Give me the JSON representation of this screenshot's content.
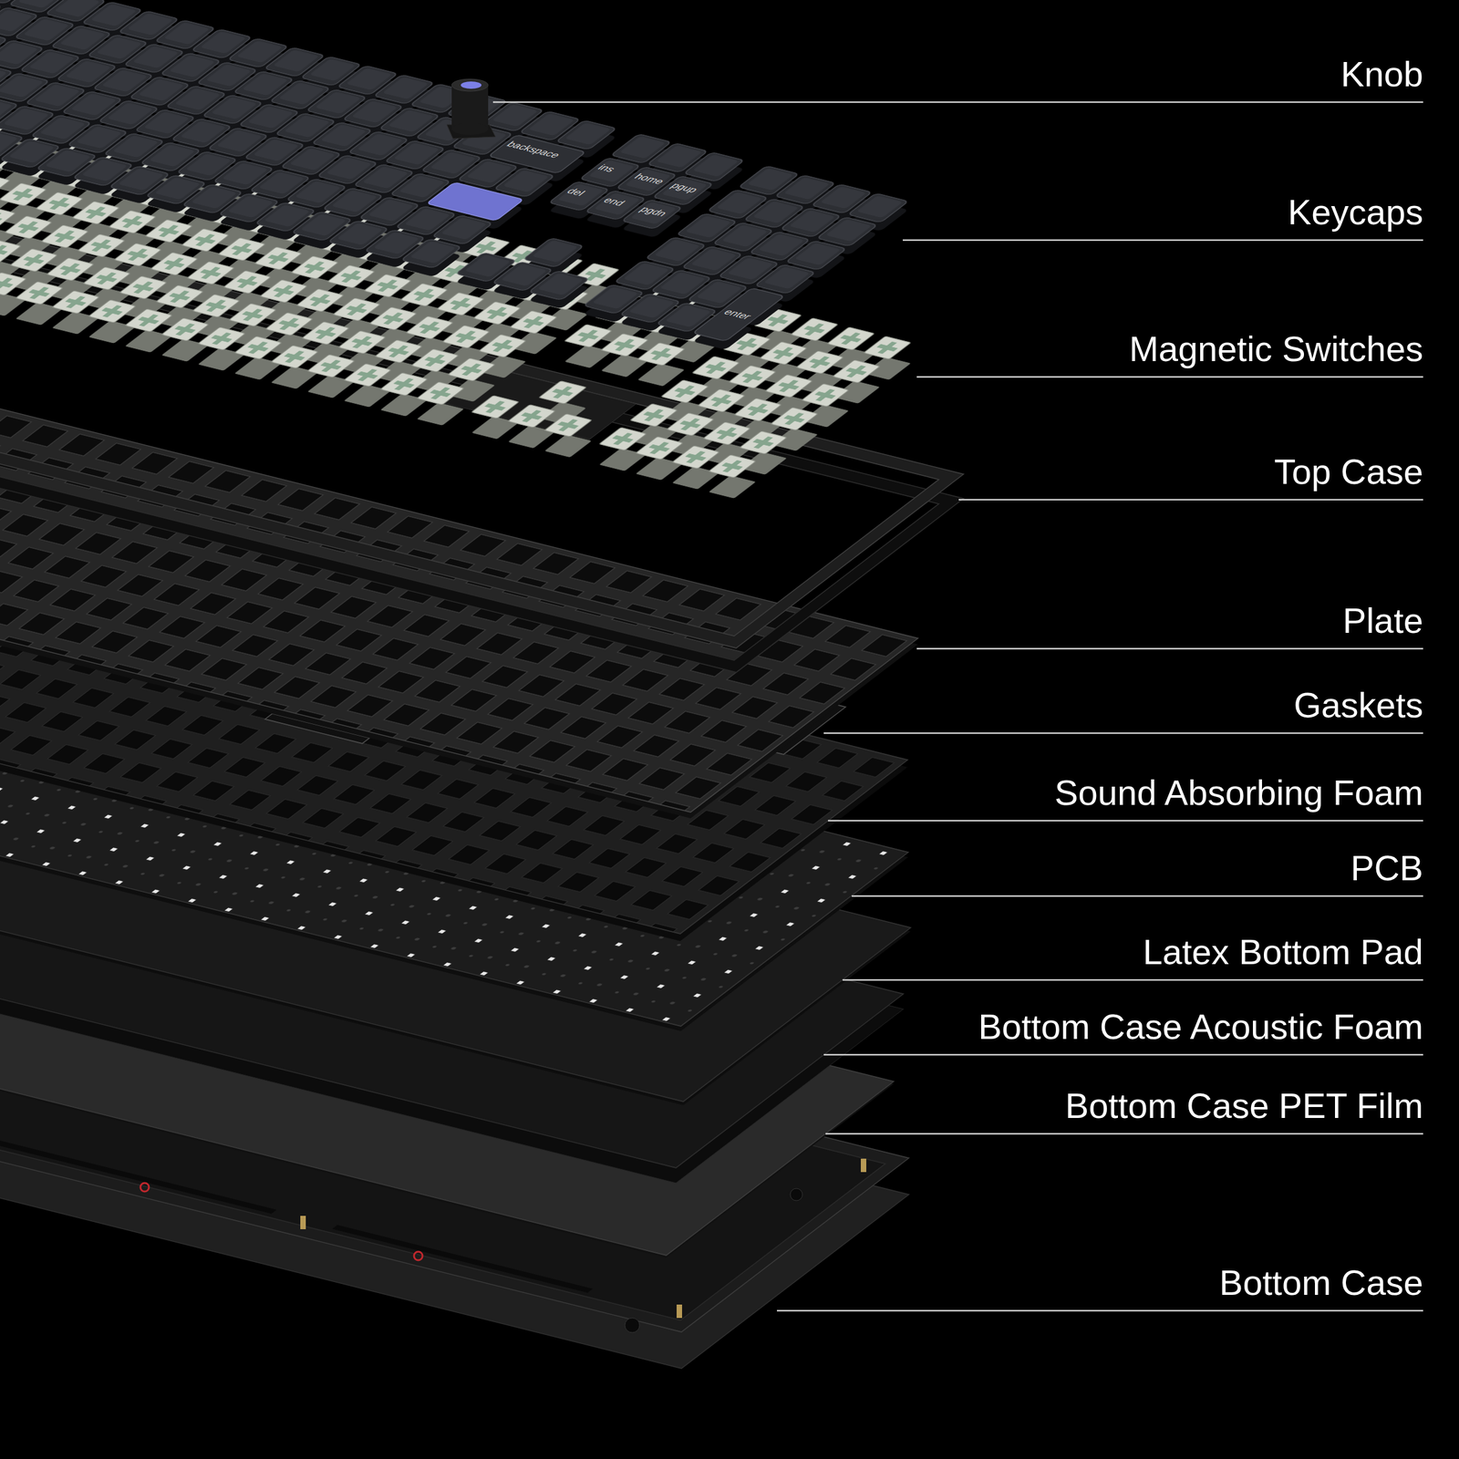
{
  "diagram": {
    "labels": [
      "Knob",
      "Keycaps",
      "Magnetic Switches",
      "Top Case",
      "Plate",
      "Gaskets",
      "Sound Absorbing Foam",
      "PCB",
      "Latex Bottom Pad",
      "Bottom Case Acoustic Foam",
      "Bottom Case PET Film",
      "Bottom Case",
      "backspace",
      "ins",
      "home",
      "pgup",
      "del",
      "end",
      "pgdn",
      "enter"
    ]
  }
}
